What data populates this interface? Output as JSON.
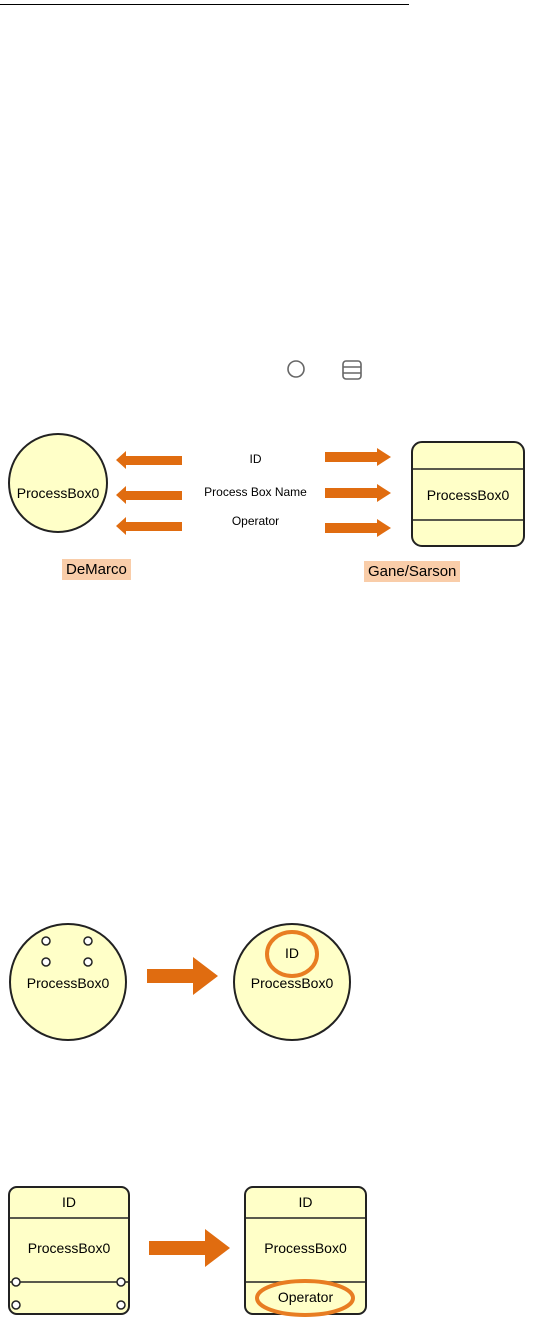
{
  "notation_icons": [
    "circle-icon",
    "gane-sarson-box-icon"
  ],
  "mapping": {
    "labels": [
      "ID",
      "Process Box Name",
      "Operator"
    ],
    "demarco": {
      "shape_text": "ProcessBox0",
      "tag": "DeMarco"
    },
    "gane_sarson": {
      "shape_text": "ProcessBox0",
      "tag": "Gane/Sarson"
    }
  },
  "demarco_id": {
    "before_text": "ProcessBox0",
    "after_text": "ProcessBox0",
    "after_id": "ID"
  },
  "gane_operator": {
    "before_id": "ID",
    "before_text": "ProcessBox0",
    "after_id": "ID",
    "after_text": "ProcessBox0",
    "after_operator": "Operator"
  },
  "colors": {
    "shape_fill": "#ffffc8",
    "shape_stroke": "#222222",
    "arrow": "#e06c10",
    "highlight": "#e87d22",
    "tag_bg": "#f9cda9"
  }
}
